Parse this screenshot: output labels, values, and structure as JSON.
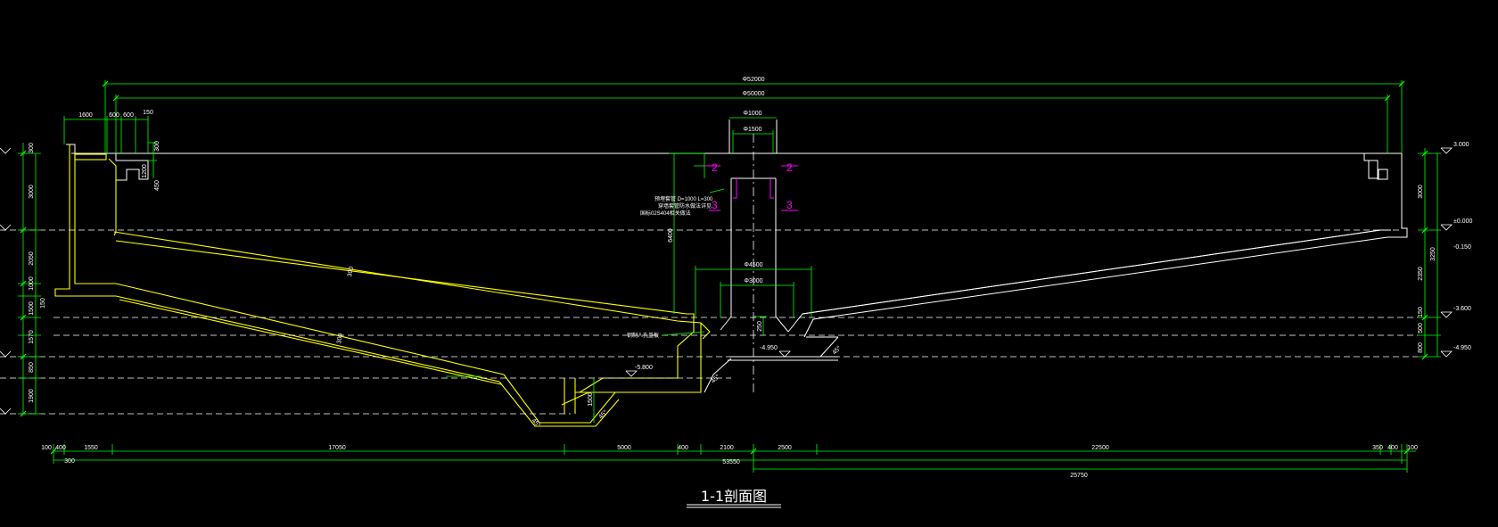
{
  "drawing": {
    "title": "1-1剖面图",
    "colors": {
      "background": "#000000",
      "outline": "#ffffff",
      "structure": "#ffff00",
      "dimension": "#00ff00",
      "section_mark": "#ff00ff"
    },
    "top_dims": {
      "overall_outer": "Φ52000",
      "overall_inner": "Φ50000",
      "left_wall_a": "1600",
      "left_wall_b": "600",
      "left_wall_c": "600",
      "left_wall_d": "150",
      "center_outer": "Φ1000",
      "center_inner": "Φ1500",
      "center_low_outer": "Φ4500",
      "center_low_inner": "Φ3000"
    },
    "bottom_dims": {
      "seg1": "100",
      "seg2": "400",
      "seg3": "1550",
      "seg4": "17050",
      "seg5": "5000",
      "seg6": "400",
      "seg7": "2100",
      "seg8": "2500",
      "seg9": "22500",
      "seg10": "350",
      "seg11": "400",
      "seg12": "100",
      "sub_left": "300",
      "total": "53550",
      "right_half": "25750"
    },
    "left_vert_dims": {
      "v1": "300",
      "v2": "3000",
      "v3": "2050",
      "v4": "1000",
      "v5": "150",
      "v6": "1500",
      "v7": "1570",
      "v8": "850",
      "v9": "1900"
    },
    "right_vert_dims": {
      "v1": "3000",
      "v2": "3250",
      "v3": "2350",
      "v4": "150",
      "v5": "500",
      "v6": "800"
    },
    "right_levels": {
      "l1": "3.000",
      "l2": "±0.000",
      "l3": "-0.150",
      "l4": "-3.600",
      "l5": "-4.950"
    },
    "inner_labels": {
      "trough_w": "1200",
      "trough_h": "450",
      "wall_height": "6400",
      "slab_thk1": "300",
      "slab_thk2": "300",
      "center_h": "250",
      "sump_h": "1500",
      "level_a": "-5.800",
      "level_b": "-4.950",
      "angle": "45°",
      "ramp_note": "钢制人孔盖板",
      "note1": "预埋套管 D=1000 L=300",
      "note2": "穿墙套管防水做法详见",
      "note3": "国标02S404相关做法",
      "small_300": "300"
    },
    "section_marks": {
      "m2a": "2",
      "m2b": "2",
      "m3a": "3",
      "m3b": "3"
    }
  }
}
